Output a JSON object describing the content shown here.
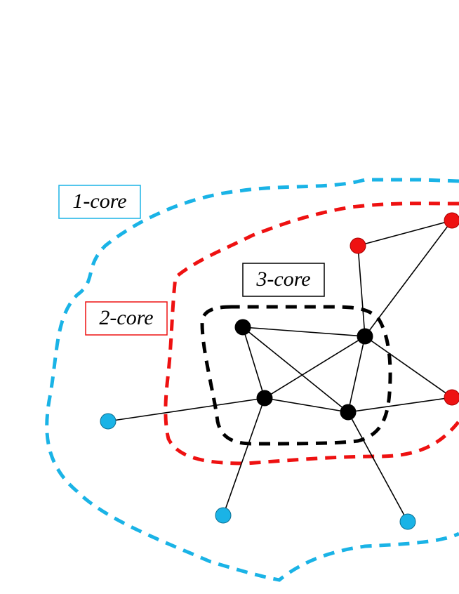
{
  "labels": {
    "core1": "1-core",
    "core2": "2-core",
    "core3": "3-core"
  },
  "colors": {
    "core1": "#1ab3e6",
    "core2": "#ee1111",
    "core3": "#000000",
    "edge": "#000000"
  }
}
